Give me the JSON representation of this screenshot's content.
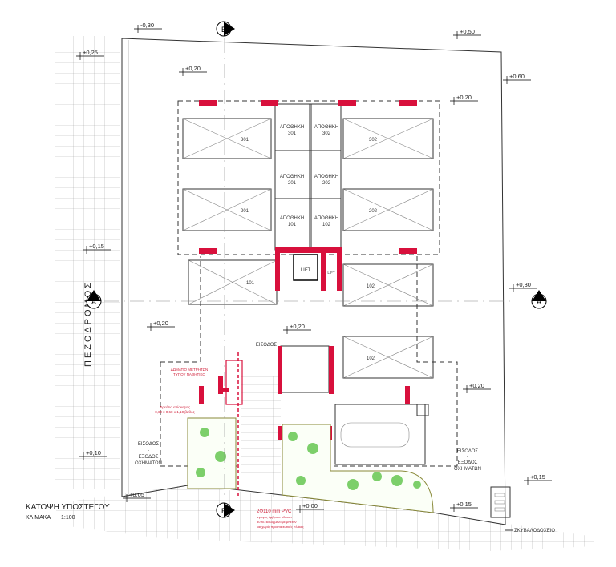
{
  "plan": {
    "title": "ΚΑΤΟΨΗ ΥΠΟΣΤΕΓΟΥ",
    "scale_label": "ΚΛΙΜΑΚΑ",
    "scale_value": "1:100",
    "sidewalk_label": "ΠΕΖΟΔΡΟΜΟΣ",
    "section_markers": [
      "A",
      "A",
      "B",
      "B"
    ],
    "wall_color": "#d8103c",
    "elevations": [
      "-0,30",
      "+0,50",
      "+0,25",
      "+0,20",
      "+0,60",
      "+0,20",
      "+0,15",
      "+0,30",
      "+0,20",
      "+0,20",
      "+0,20",
      "+0,10",
      "+0,05",
      "+0,00",
      "+0,15",
      "+0,15"
    ],
    "parking": [
      "301",
      "302",
      "201",
      "202",
      "101",
      "102",
      "102"
    ],
    "storage": [
      {
        "label": "ΑΠΟΘΗΚΗ",
        "num": "301"
      },
      {
        "label": "ΑΠΟΘΗΚΗ",
        "num": "302"
      },
      {
        "label": "ΑΠΟΘΗΚΗ",
        "num": "201"
      },
      {
        "label": "ΑΠΟΘΗΚΗ",
        "num": "202"
      },
      {
        "label": "ΑΠΟΘΗΚΗ",
        "num": "101"
      },
      {
        "label": "ΑΠΟΘΗΚΗ",
        "num": "102"
      }
    ],
    "lift": "LIFT",
    "lift_small": "LIFT",
    "entrance": "ΕΙΣΟΔΟΣ",
    "vehicle_entrance": {
      "line1": "ΕΙΣΟΔΟΣ",
      "dash": "-",
      "line2": "ΕΞΟΔΟΣ",
      "line3": "ΟΧΗΜΑΤΩΝ"
    },
    "meter_room": {
      "line1": "ΔΩΜΑΤΙΟ ΜΕΤΡΗΤΩΝ",
      "line2": "ΤΥΠΟΥ ΠΑΘΗΤΙΚΟ"
    },
    "manhole_note": {
      "line1": "Φρεάτιο επίσκεψης",
      "line2": "0,60 x 0,60 x 1,10 βάθος"
    },
    "pipe_note": {
      "line1": "2Φ110 mm PVC",
      "line2": "αγωγός όμβριων υδάτων",
      "line3": "30 εκ. καλυμμένο με μπετόν",
      "line4": "και χωρίς προστατευτικές πλάκες"
    },
    "waste_bin": "ΣΚΥΒΑΛΟΔΟΧΕΙΟ"
  }
}
